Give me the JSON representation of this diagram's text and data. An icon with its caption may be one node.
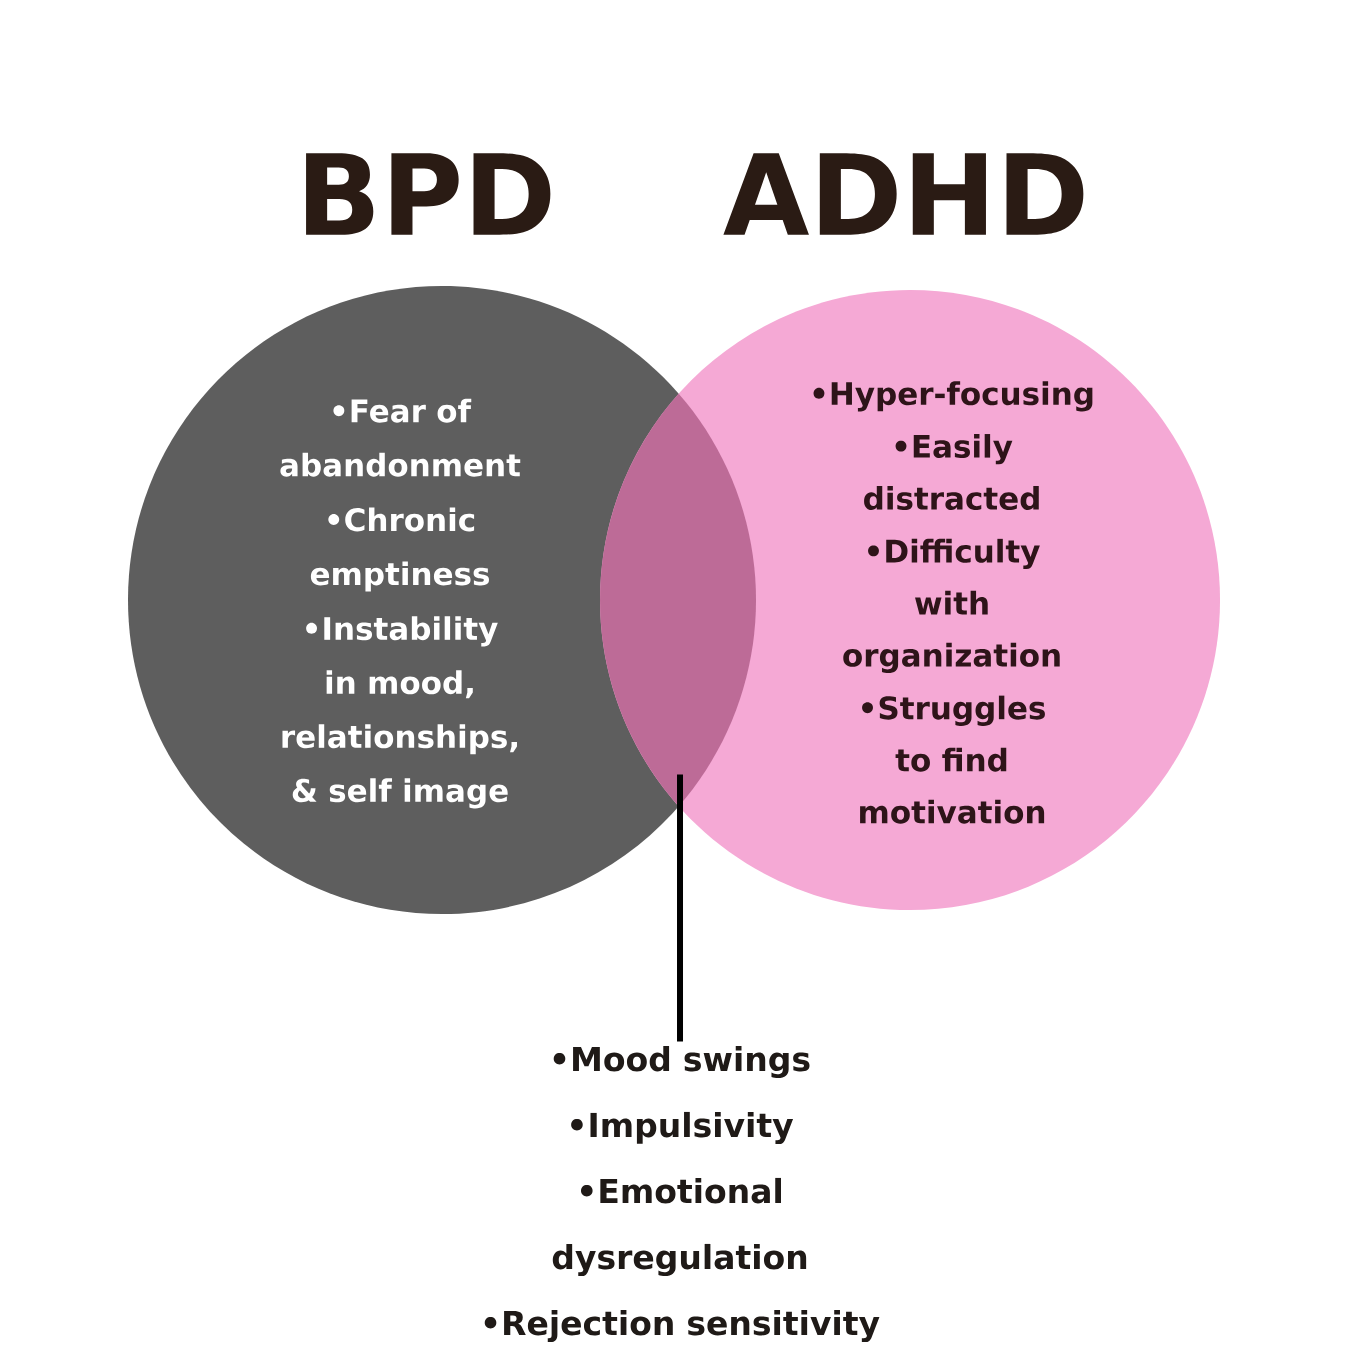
{
  "diagram": {
    "nodes": [
      {
        "text": [
          "BPD",
          "•Fear of abandonment",
          "•Chronic emptiness",
          "•Instability in mood, relationships, & self image"
        ]
      },
      {
        "text": [
          "ADHD",
          "•Hyper-focusing",
          "•Easily distracted",
          "•Difficulty with organization",
          "•Struggles to find motivation"
        ]
      },
      {
        "text": [],
        "shape": "lens"
      },
      {
        "text": [
          "•Mood swings",
          "•Impulsivity",
          "•Emotional dysregulation",
          "•Rejection sensitivity"
        ]
      }
    ],
    "edges": [
      {
        "from": 3,
        "to": 2,
        "arrow": "none"
      }
    ]
  }
}
